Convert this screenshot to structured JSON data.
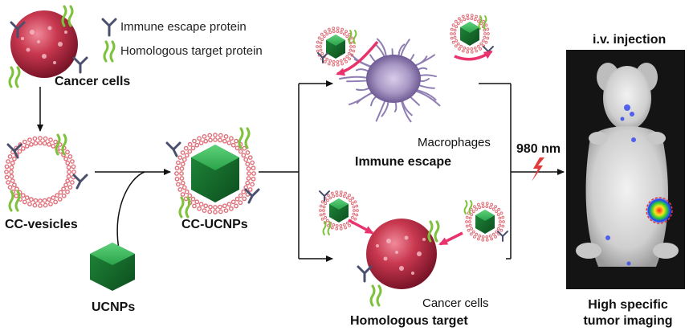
{
  "legend": {
    "immune_escape_protein": "Immune escape protein",
    "homologous_target_protein": "Homologous target protein"
  },
  "labels": {
    "cancer_cells_top": "Cancer cells",
    "cc_vesicles": "CC-vesicles",
    "ucnps": "UCNPs",
    "cc_ucnps": "CC-UCNPs",
    "macrophages": "Macrophages",
    "immune_escape": "Immune escape",
    "cancer_cells_bottom": "Cancer cells",
    "homologous_target": "Homologous target",
    "wavelength": "980 nm",
    "iv_injection": "i.v. injection",
    "result_line1": "High specific",
    "result_line2": "tumor imaging"
  },
  "colors": {
    "cancer_cell": "#c8384f",
    "nanoparticle": "#1f8a3a",
    "lipid": "#e0707a",
    "immune_protein": "#4a4f6e",
    "target_protein": "#7dc23a",
    "pink_arrow": "#e8336d",
    "macrophage": "#a897c4",
    "laser_bolt": "#e23a3a",
    "panel_bg": "#141414"
  }
}
